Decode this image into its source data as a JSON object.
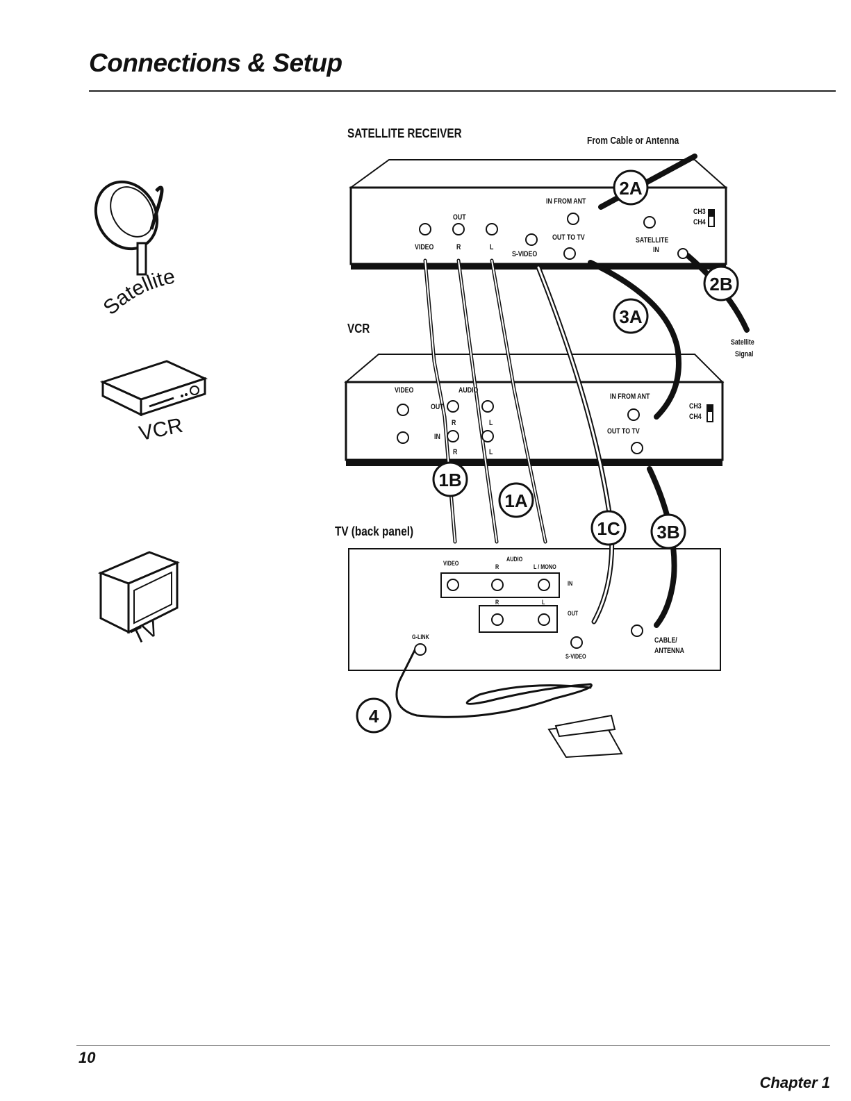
{
  "header": {
    "title": "Connections & Setup"
  },
  "footer": {
    "page_number": "10",
    "chapter": "Chapter 1"
  },
  "side_icons": {
    "satellite": "Satellite",
    "vcr": "VCR",
    "tv": "TV"
  },
  "satellite_receiver": {
    "title": "SATELLITE RECEIVER",
    "from_cable": "From Cable or Antenna",
    "out": "OUT",
    "video": "VIDEO",
    "r": "R",
    "l": "L",
    "s_video": "S-VIDEO",
    "in_from_ant": "IN FROM ANT",
    "out_to_tv": "OUT TO TV",
    "satellite": "SATELLITE",
    "in": "IN",
    "ch3": "CH3",
    "ch4": "CH4"
  },
  "satellite_signal": {
    "line1": "Satellite",
    "line2": "Signal"
  },
  "vcr": {
    "title": "VCR",
    "video": "VIDEO",
    "audio": "AUDIO",
    "out": "OUT",
    "in": "IN",
    "r": "R",
    "l": "L",
    "in_from_ant": "IN FROM ANT",
    "out_to_tv": "OUT TO TV",
    "ch3": "CH3",
    "ch4": "CH4"
  },
  "tv": {
    "title": "TV (back panel)",
    "video": "VIDEO",
    "audio": "AUDIO",
    "r": "R",
    "l_mono": "L / MONO",
    "in": "IN",
    "l": "L",
    "out": "OUT",
    "g_link": "G-LINK",
    "s_video": "S-VIDEO",
    "cable": "CABLE/",
    "antenna": "ANTENNA"
  },
  "callouts": [
    "1A",
    "1B",
    "1C",
    "2A",
    "2B",
    "3A",
    "3B",
    "4"
  ]
}
